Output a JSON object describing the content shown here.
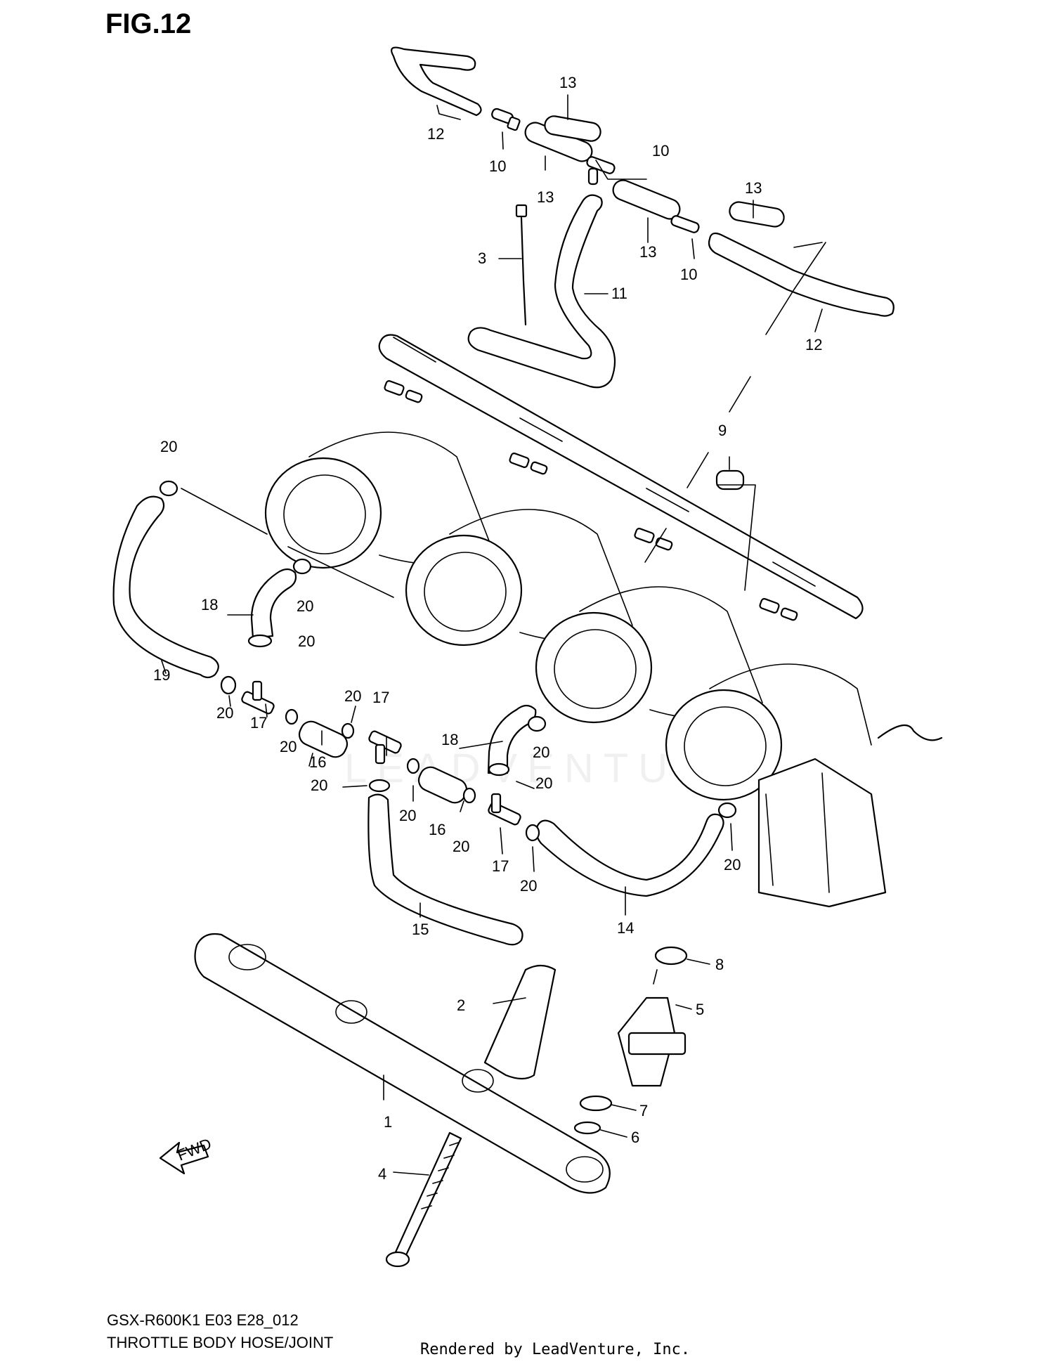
{
  "figure": {
    "title": "FIG.12",
    "model_code": "GSX-R600K1 E03 E28_012",
    "section_name": "THROTTLE BODY HOSE/JOINT",
    "render_credit": "Rendered by LeadVenture, Inc.",
    "watermark": "LEADVENTURE",
    "fwd_label": "FWD"
  },
  "callouts": [
    {
      "part": "1",
      "label": "1"
    },
    {
      "part": "2",
      "label": "2"
    },
    {
      "part": "3",
      "label": "3"
    },
    {
      "part": "4",
      "label": "4"
    },
    {
      "part": "5",
      "label": "5"
    },
    {
      "part": "6",
      "label": "6"
    },
    {
      "part": "7",
      "label": "7"
    },
    {
      "part": "8",
      "label": "8"
    },
    {
      "part": "9",
      "label": "9"
    },
    {
      "part": "10",
      "label": "10"
    },
    {
      "part": "11",
      "label": "11"
    },
    {
      "part": "12",
      "label": "12"
    },
    {
      "part": "13",
      "label": "13"
    },
    {
      "part": "14",
      "label": "14"
    },
    {
      "part": "15",
      "label": "15"
    },
    {
      "part": "16",
      "label": "16"
    },
    {
      "part": "17",
      "label": "17"
    },
    {
      "part": "18",
      "label": "18"
    },
    {
      "part": "19",
      "label": "19"
    },
    {
      "part": "20",
      "label": "20"
    }
  ]
}
